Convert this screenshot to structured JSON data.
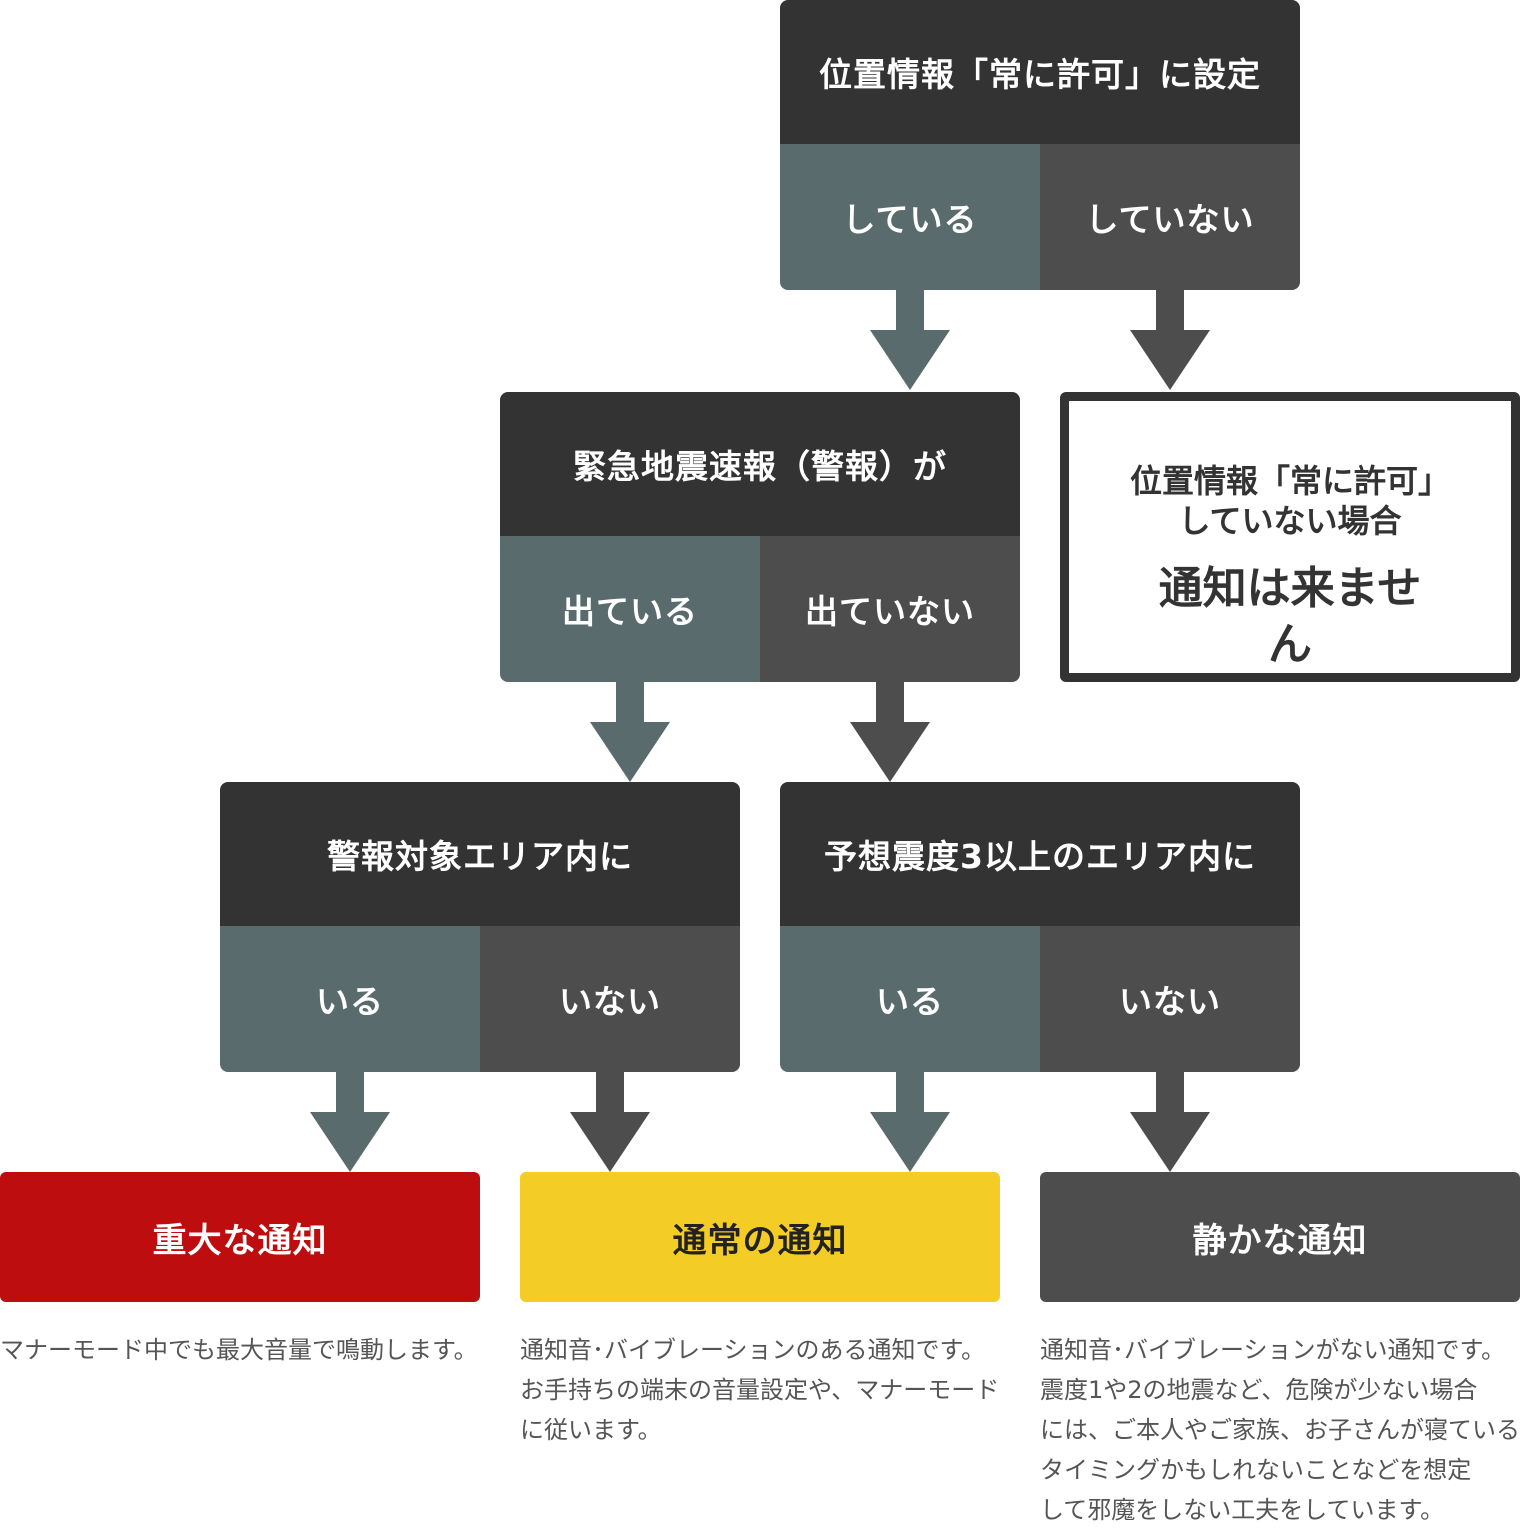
{
  "colors": {
    "question": "#333333",
    "yes": "#5a6b6d",
    "no": "#4d4d4d",
    "red": "#bd0d0e",
    "yellow": "#f3cd26",
    "gray": "#4d4d4d"
  },
  "node1": {
    "question": "位置情報「常に許可」に設定",
    "yes": "している",
    "no": "していない"
  },
  "node2": {
    "question": "緊急地震速報（警報）が",
    "yes": "出ている",
    "no": "出ていない"
  },
  "node3": {
    "question": "警報対象エリア内に",
    "yes": "いる",
    "no": "いない"
  },
  "node4": {
    "question": "予想震度3以上のエリア内に",
    "yes": "いる",
    "no": "いない"
  },
  "no_permission": {
    "line1": "位置情報「常に許可」",
    "line2": "していない場合",
    "result": "通知は来ません"
  },
  "results": {
    "critical": {
      "label": "重大な通知",
      "desc": [
        "マナーモード中でも最大音量で鳴動します。"
      ]
    },
    "normal": {
      "label": "通常の通知",
      "desc": [
        "通知音･バイブレーションのある通知です。",
        "お手持ちの端末の音量設定や、マナーモード",
        "に従います。"
      ]
    },
    "quiet": {
      "label": "静かな通知",
      "desc": [
        "通知音･バイブレーションがない通知です。",
        "震度1や2の地震など、危険が少ない場合",
        "には、ご本人やご家族、お子さんが寝ている",
        "タイミングかもしれないことなどを想定",
        "して邪魔をしない工夫をしています。"
      ]
    }
  }
}
